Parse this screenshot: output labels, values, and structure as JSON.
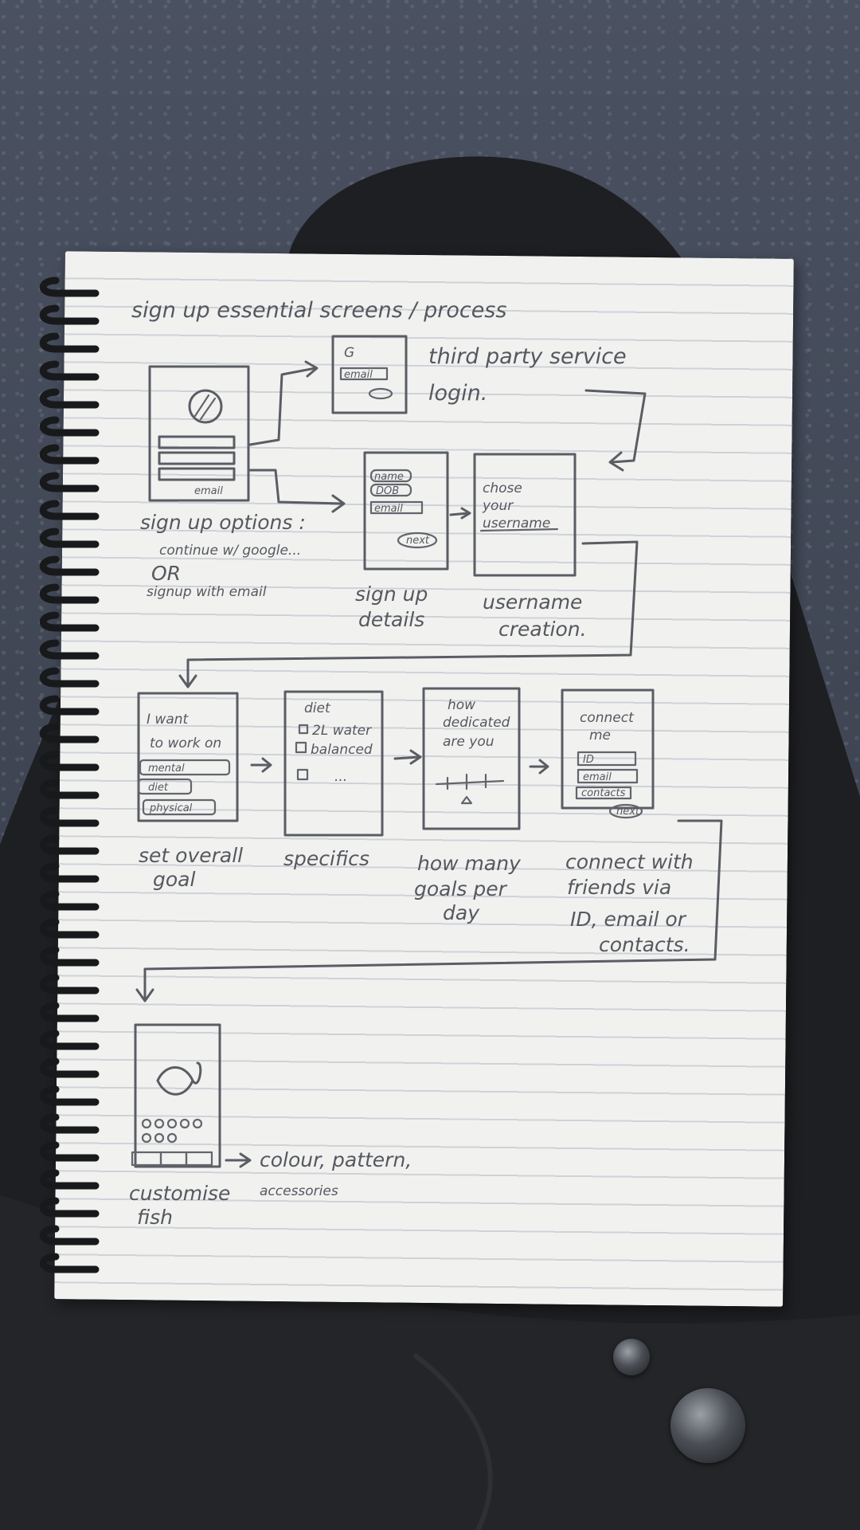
{
  "heading": "sign up essential screens / process",
  "third_party": {
    "line1": "third party service",
    "line2": "login."
  },
  "signup_options": {
    "line1": "sign up options :",
    "line2": "continue w/ google...",
    "line3": "OR",
    "line4": "signup with email"
  },
  "wireframes": {
    "signup_button": "email",
    "google_glyph": "G",
    "google_email": "email",
    "details_name": "name",
    "details_dob": "DOB",
    "details_email": "email",
    "details_next": "next",
    "username_line1": "chose",
    "username_line2": "your",
    "username_line3": "username",
    "goal_line1": "I want",
    "goal_line2": "to work on",
    "goal_opt1": "mental",
    "goal_opt2": "diet",
    "goal_opt3": "physical",
    "spec_title": "diet",
    "spec_item1": "2L water",
    "spec_item2": "balanced",
    "spec_item3": "...",
    "dedic_line1": "how",
    "dedic_line2": "dedicated",
    "dedic_line3": "are you",
    "connect_line1": "connect",
    "connect_line2": "me",
    "connect_id": "ID",
    "connect_email": "email",
    "connect_contacts": "contacts",
    "connect_next": "next"
  },
  "captions": {
    "signup_details_1": "sign up",
    "signup_details_2": "details",
    "username_1": "username",
    "username_2": "creation.",
    "goal_1": "set overall",
    "goal_2": "goal",
    "specifics": "specifics",
    "howmany_1": "how many",
    "howmany_2": "goals per",
    "howmany_3": "day",
    "connect_1": "connect with",
    "connect_2": "friends via",
    "connect_3": "ID, email or",
    "connect_4": "contacts.",
    "fish_1": "customise",
    "fish_2": "fish",
    "fish_options_1": "colour, pattern,",
    "fish_options_2": "accessories"
  },
  "colors": {
    "ink": "#5a5d63",
    "paper": "#f1f1f0",
    "carpet": "#3e4452"
  }
}
